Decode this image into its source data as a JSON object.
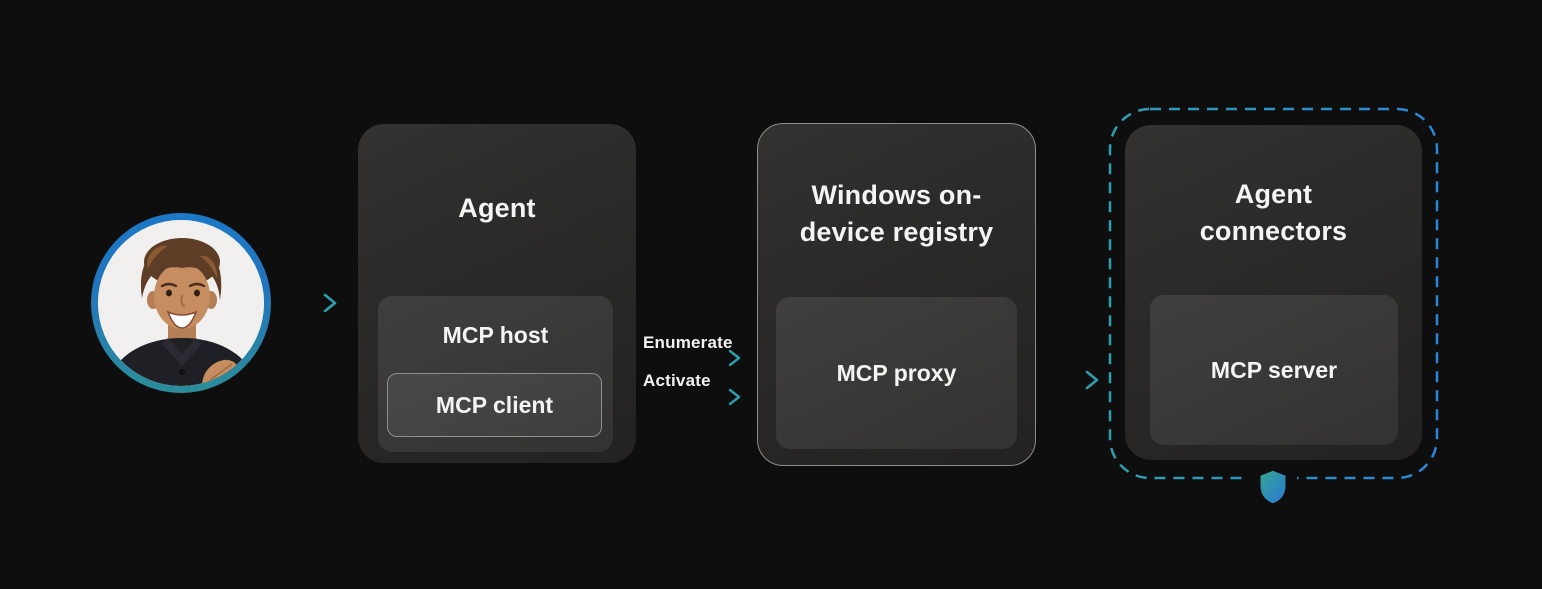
{
  "canvas": {
    "background": "#0e0e0e",
    "accent_blue": "#2277cc",
    "accent_teal": "#2e9fae"
  },
  "agent": {
    "title": "Agent",
    "host_label": "MCP host",
    "client_label": "MCP client"
  },
  "flows": {
    "enumerate_label": "Enumerate",
    "activate_label": "Activate"
  },
  "registry": {
    "title_lines": [
      "Windows on-",
      "device registry"
    ],
    "proxy_label": "MCP proxy"
  },
  "connectors": {
    "title_lines": [
      "Agent",
      "connectors"
    ],
    "server_label": "MCP server"
  },
  "icons": {
    "shield": "shield-icon",
    "user": "user-avatar"
  }
}
